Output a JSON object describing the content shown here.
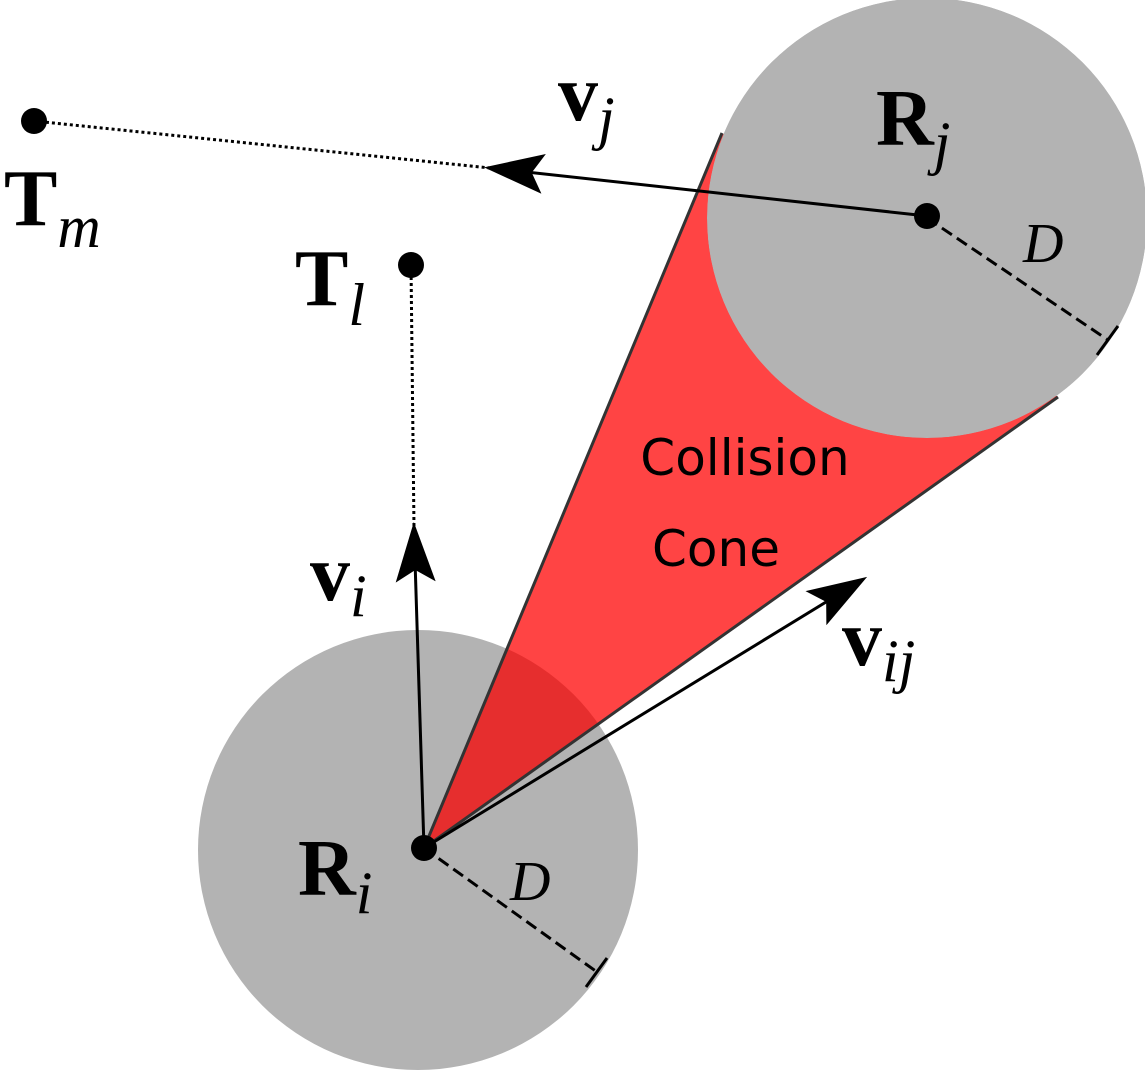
{
  "robots": [
    {
      "id": "i",
      "label_main": "R",
      "label_sub": "i",
      "radius_label": "D"
    },
    {
      "id": "j",
      "label_main": "R",
      "label_sub": "j",
      "radius_label": "D"
    }
  ],
  "targets": [
    {
      "id": "m",
      "label_main": "T",
      "label_sub": "m"
    },
    {
      "id": "l",
      "label_main": "T",
      "label_sub": "l"
    }
  ],
  "velocities": [
    {
      "id": "i",
      "label_main": "v",
      "label_sub": "i"
    },
    {
      "id": "j",
      "label_main": "v",
      "label_sub": "j"
    },
    {
      "id": "ij",
      "label_main": "v",
      "label_sub": "ij"
    }
  ],
  "cone": {
    "label_line1": "Collision",
    "label_line2": "Cone"
  },
  "colors": {
    "robot_disc": "#b3b3b3",
    "cone_fill": "#ff4444",
    "cone_overlap": "#e62e2e",
    "ink": "#000000"
  }
}
